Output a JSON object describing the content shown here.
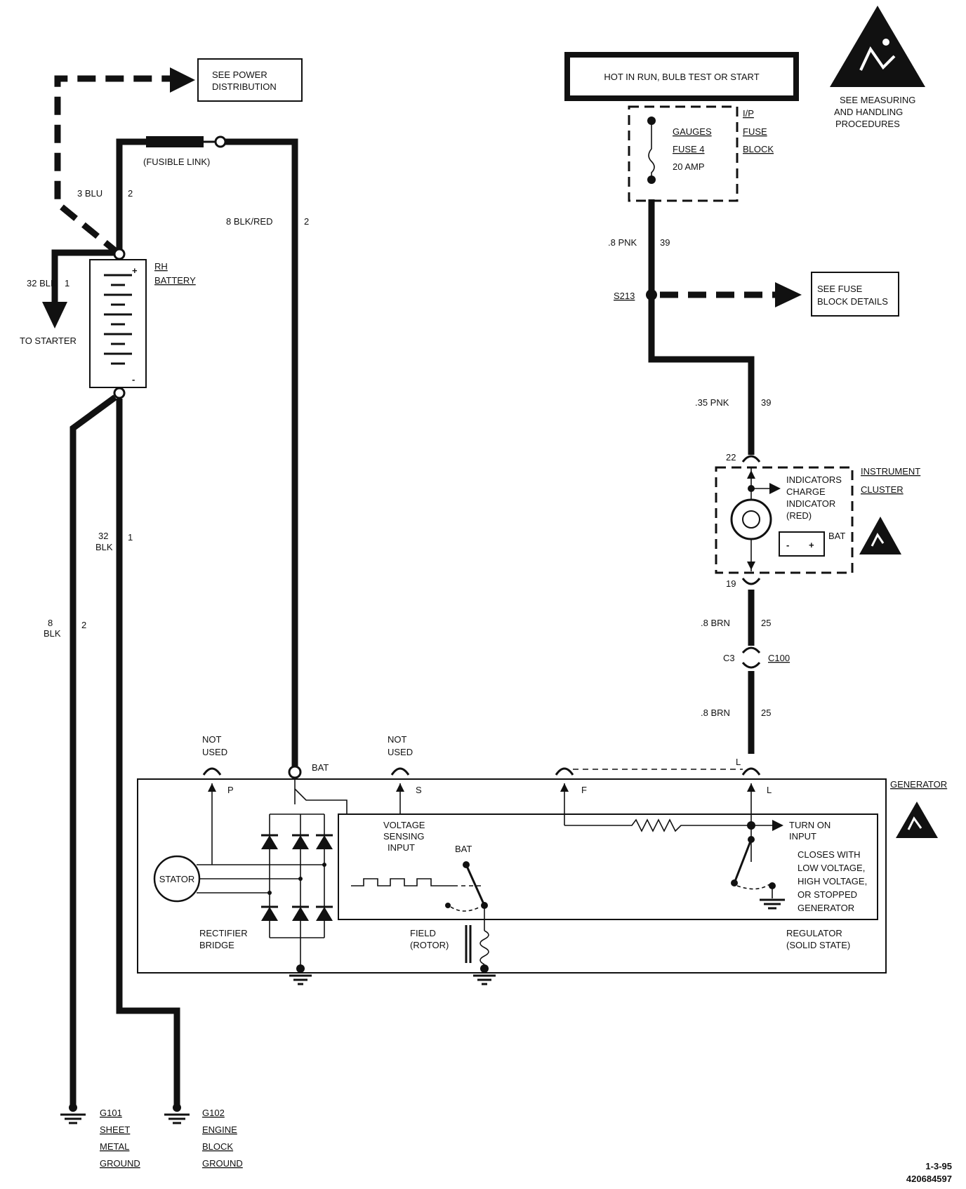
{
  "labels": {
    "see_power_distribution": [
      "SEE POWER",
      "DISTRIBUTION"
    ],
    "fusible_link": "(FUSIBLE LINK)",
    "w_3blu": "3 BLU",
    "w_3blu_n": "2",
    "w_8blkred": "8 BLK/RED",
    "w_8blkred_n": "2",
    "w_32blk_top": "32 BLK",
    "w_32blk_top_n": "1",
    "to_starter": "TO STARTER",
    "rh_battery": [
      "RH",
      "BATTERY"
    ],
    "w_32blk_mid": [
      "32",
      "BLK"
    ],
    "w_32blk_mid_n": "1",
    "w_8blk": [
      "8",
      "BLK"
    ],
    "w_8blk_n": "2",
    "hot_in_run": "HOT IN RUN, BULB TEST OR START",
    "fuse": [
      "GAUGES",
      "FUSE 4",
      "20 AMP"
    ],
    "ip_fuse_block": [
      "I/P",
      "FUSE",
      "BLOCK"
    ],
    "esd_note": [
      "SEE MEASURING",
      "AND HANDLING",
      "PROCEDURES"
    ],
    "w_8pnk": ".8 PNK",
    "w_8pnk_n": "39",
    "s213": "S213",
    "see_fuse_block": [
      "SEE FUSE",
      "BLOCK DETAILS"
    ],
    "w_35pnk": ".35 PNK",
    "w_35pnk_n": "39",
    "pin22": "22",
    "pin19": "19",
    "indicator": [
      "INDICATORS",
      "CHARGE",
      "INDICATOR",
      "(RED)"
    ],
    "bat_small": "BAT",
    "minus": "-",
    "plus": "+",
    "instrument_cluster": [
      "INSTRUMENT",
      "CLUSTER"
    ],
    "w_8brn_a": ".8 BRN",
    "w_8brn_a_n": "25",
    "c3": "C3",
    "c100": "C100",
    "w_8brn_b": ".8 BRN",
    "w_8brn_b_n": "25",
    "not_used_p": [
      "NOT",
      "USED"
    ],
    "not_used_s": [
      "NOT",
      "USED"
    ],
    "pin_bat": "BAT",
    "pin_p": "P",
    "pin_s": "S",
    "pin_f": "F",
    "pin_l_top": "L",
    "pin_l": "L",
    "generator": "GENERATOR",
    "voltage_sensing": [
      "VOLTAGE",
      "SENSING",
      "INPUT"
    ],
    "bat_switch": "BAT",
    "turn_on_input": [
      "TURN ON",
      "INPUT"
    ],
    "closes_with": [
      "CLOSES WITH",
      "LOW VOLTAGE,",
      "HIGH VOLTAGE,",
      "OR STOPPED",
      "GENERATOR"
    ],
    "stator": "STATOR",
    "rectifier_bridge": [
      "RECTIFIER",
      "BRIDGE"
    ],
    "field_rotor": [
      "FIELD",
      "(ROTOR)"
    ],
    "regulator": [
      "REGULATOR",
      "(SOLID STATE)"
    ],
    "g101": [
      "G101",
      "SHEET",
      "METAL",
      "GROUND"
    ],
    "g102": [
      "G102",
      "ENGINE",
      "BLOCK",
      "GROUND"
    ],
    "date_code": "1-3-95",
    "doc_code": "420684597"
  }
}
